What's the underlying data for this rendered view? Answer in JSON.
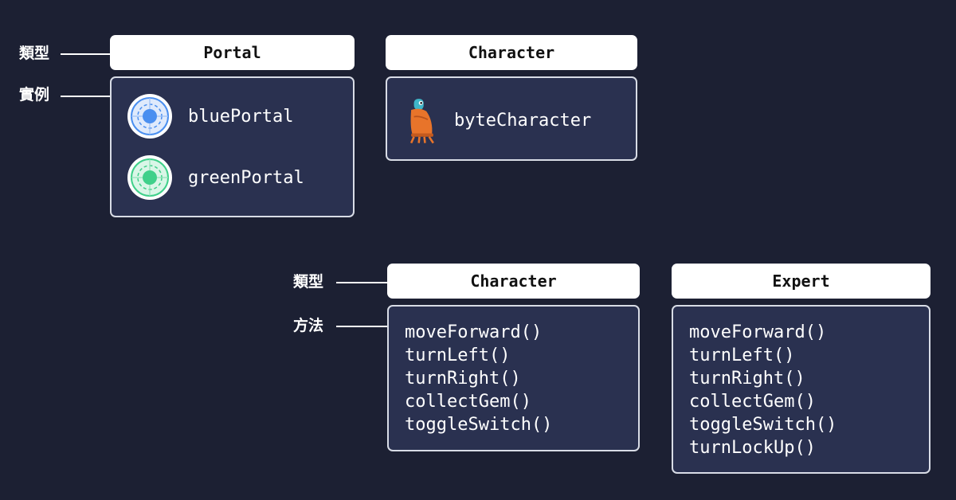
{
  "top_section": {
    "type_label": "類型",
    "instance_label": "實例",
    "portal": {
      "title": "Portal",
      "instances": [
        {
          "name": "bluePortal",
          "icon": "blue-portal-icon",
          "color": "#4a8ff0"
        },
        {
          "name": "greenPortal",
          "icon": "green-portal-icon",
          "color": "#3fd08a"
        }
      ]
    },
    "character": {
      "title": "Character",
      "instances": [
        {
          "name": "byteCharacter",
          "icon": "byte-character-icon",
          "color": "#e8742a"
        }
      ]
    }
  },
  "bottom_section": {
    "type_label": "類型",
    "method_label": "方法",
    "character": {
      "title": "Character",
      "methods": [
        "moveForward()",
        "turnLeft()",
        "turnRight()",
        "collectGem()",
        "toggleSwitch()"
      ]
    },
    "expert": {
      "title": "Expert",
      "methods": [
        "moveForward()",
        "turnLeft()",
        "turnRight()",
        "collectGem()",
        "toggleSwitch()",
        "turnLockUp()"
      ]
    }
  },
  "colors": {
    "background": "#1c2033",
    "panel": "#2a3150",
    "panel_border": "#d8dce6",
    "header": "#ffffff"
  }
}
